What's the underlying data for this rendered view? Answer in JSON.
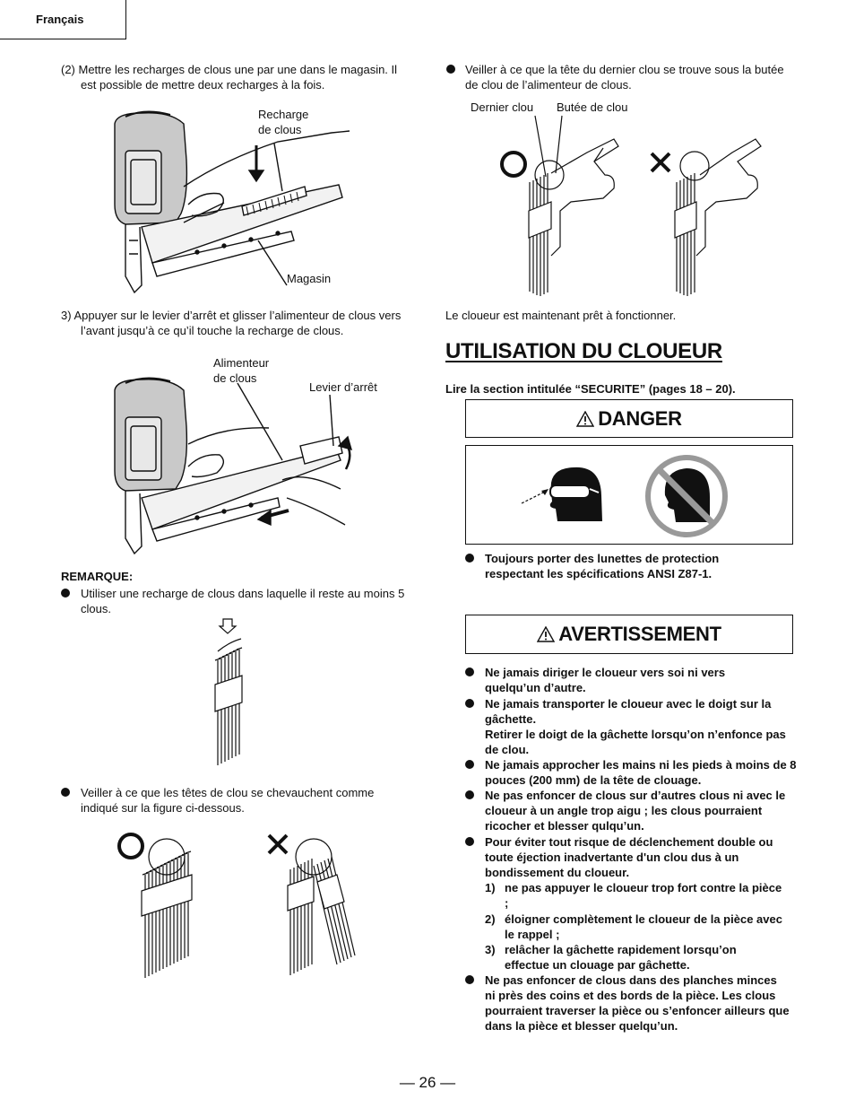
{
  "header": {
    "language": "Français"
  },
  "left": {
    "step2": "(2) Mettre les recharges de clous une par une dans le magasin. Il est possible de mettre deux recharges à la fois.",
    "fig1_labels": {
      "recharge": "Recharge\nde clous",
      "magasin": "Magasin"
    },
    "step3": "3)   Appuyer sur le levier d’arrêt et glisser l’alimenteur de clous vers l’avant jusqu’à ce qu’il touche la recharge de clous.",
    "fig2_labels": {
      "alimenteur": "Alimenteur\nde clous",
      "levier": "Levier d’arrêt"
    },
    "remarque_title": "REMARQUE:",
    "remarque_items": [
      "Utiliser une recharge de clous dans laquelle il reste au moins 5 clous.",
      "Veiller à ce que les têtes de clou se chevauchent comme indiqué sur la figure ci-dessous."
    ]
  },
  "right": {
    "bullet1": "Veiller à ce que la tête du dernier clou se trouve sous la butée de clou de l’alimenteur de clous.",
    "fig_labels": {
      "dernier": "Dernier clou",
      "butee": "Butée de clou"
    },
    "ready": "Le cloueur est maintenant prêt à fonctionner.",
    "section_title": "UTILISATION DU CLOUEUR",
    "read_section": "Lire la section intitulée “SECURITE” (pages 18 – 20).",
    "danger_title": "DANGER",
    "danger_item": "Toujours porter des lunettes de protection respectant les spécifications ANSI Z87-1.",
    "avert_title": "AVERTISSEMENT",
    "avert_items": [
      "Ne jamais diriger le cloueur vers soi ni vers quelqu’un d’autre.",
      "Ne jamais transporter le cloueur avec le doigt sur la gâchette.\nRetirer le doigt de la gâchette lorsqu’on n’enfonce pas de clou.",
      "Ne jamais approcher les mains ni les pieds à moins de 8 pouces (200 mm) de la tête de clouage.",
      "Ne pas enfoncer de clous sur d’autres clous ni avec le cloueur à un angle trop aigu ; les clous pourraient ricocher et blesser qulqu’un.",
      "Pour éviter tout risque de déclenchement double ou toute éjection inadvertante d'un clou dus à un bondissement du cloueur.",
      "Ne pas enfoncer de clous dans des planches minces ni près des coins et des bords de la pièce. Les clous pourraient traverser la pièce ou s’enfoncer ailleurs que dans la pièce et blesser quelqu’un."
    ],
    "sub_items": [
      {
        "num": "1)",
        "text": "ne pas appuyer le cloueur trop fort contre la pièce ;"
      },
      {
        "num": "2)",
        "text": "éloigner complètement le cloueur de la pièce avec le rappel ;"
      },
      {
        "num": "3)",
        "text": "relâcher la gâchette rapidement lorsqu’on effectue un clouage par gâchette."
      }
    ]
  },
  "footer": {
    "page": "— 26 —"
  }
}
